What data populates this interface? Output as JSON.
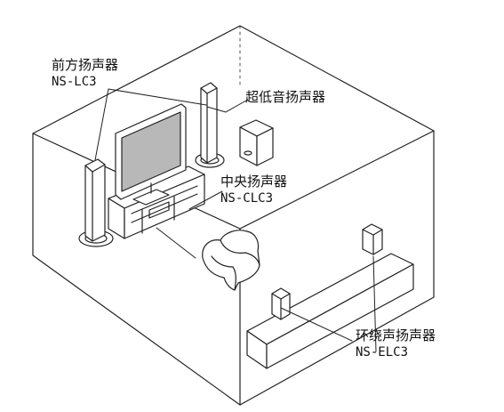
{
  "labels": {
    "front": {
      "name": "前方扬声器",
      "model": "NS-LC3"
    },
    "subwoofer": {
      "name": "超低音扬声器"
    },
    "center": {
      "name": "中央扬声器",
      "model": "NS-CLC3"
    },
    "surround": {
      "name": "环绕声扬声器",
      "model": "NS-ELC3"
    }
  },
  "colors": {
    "line": "#222222",
    "screen_shade": "#b8b8b8",
    "paper": "#ffffff"
  }
}
